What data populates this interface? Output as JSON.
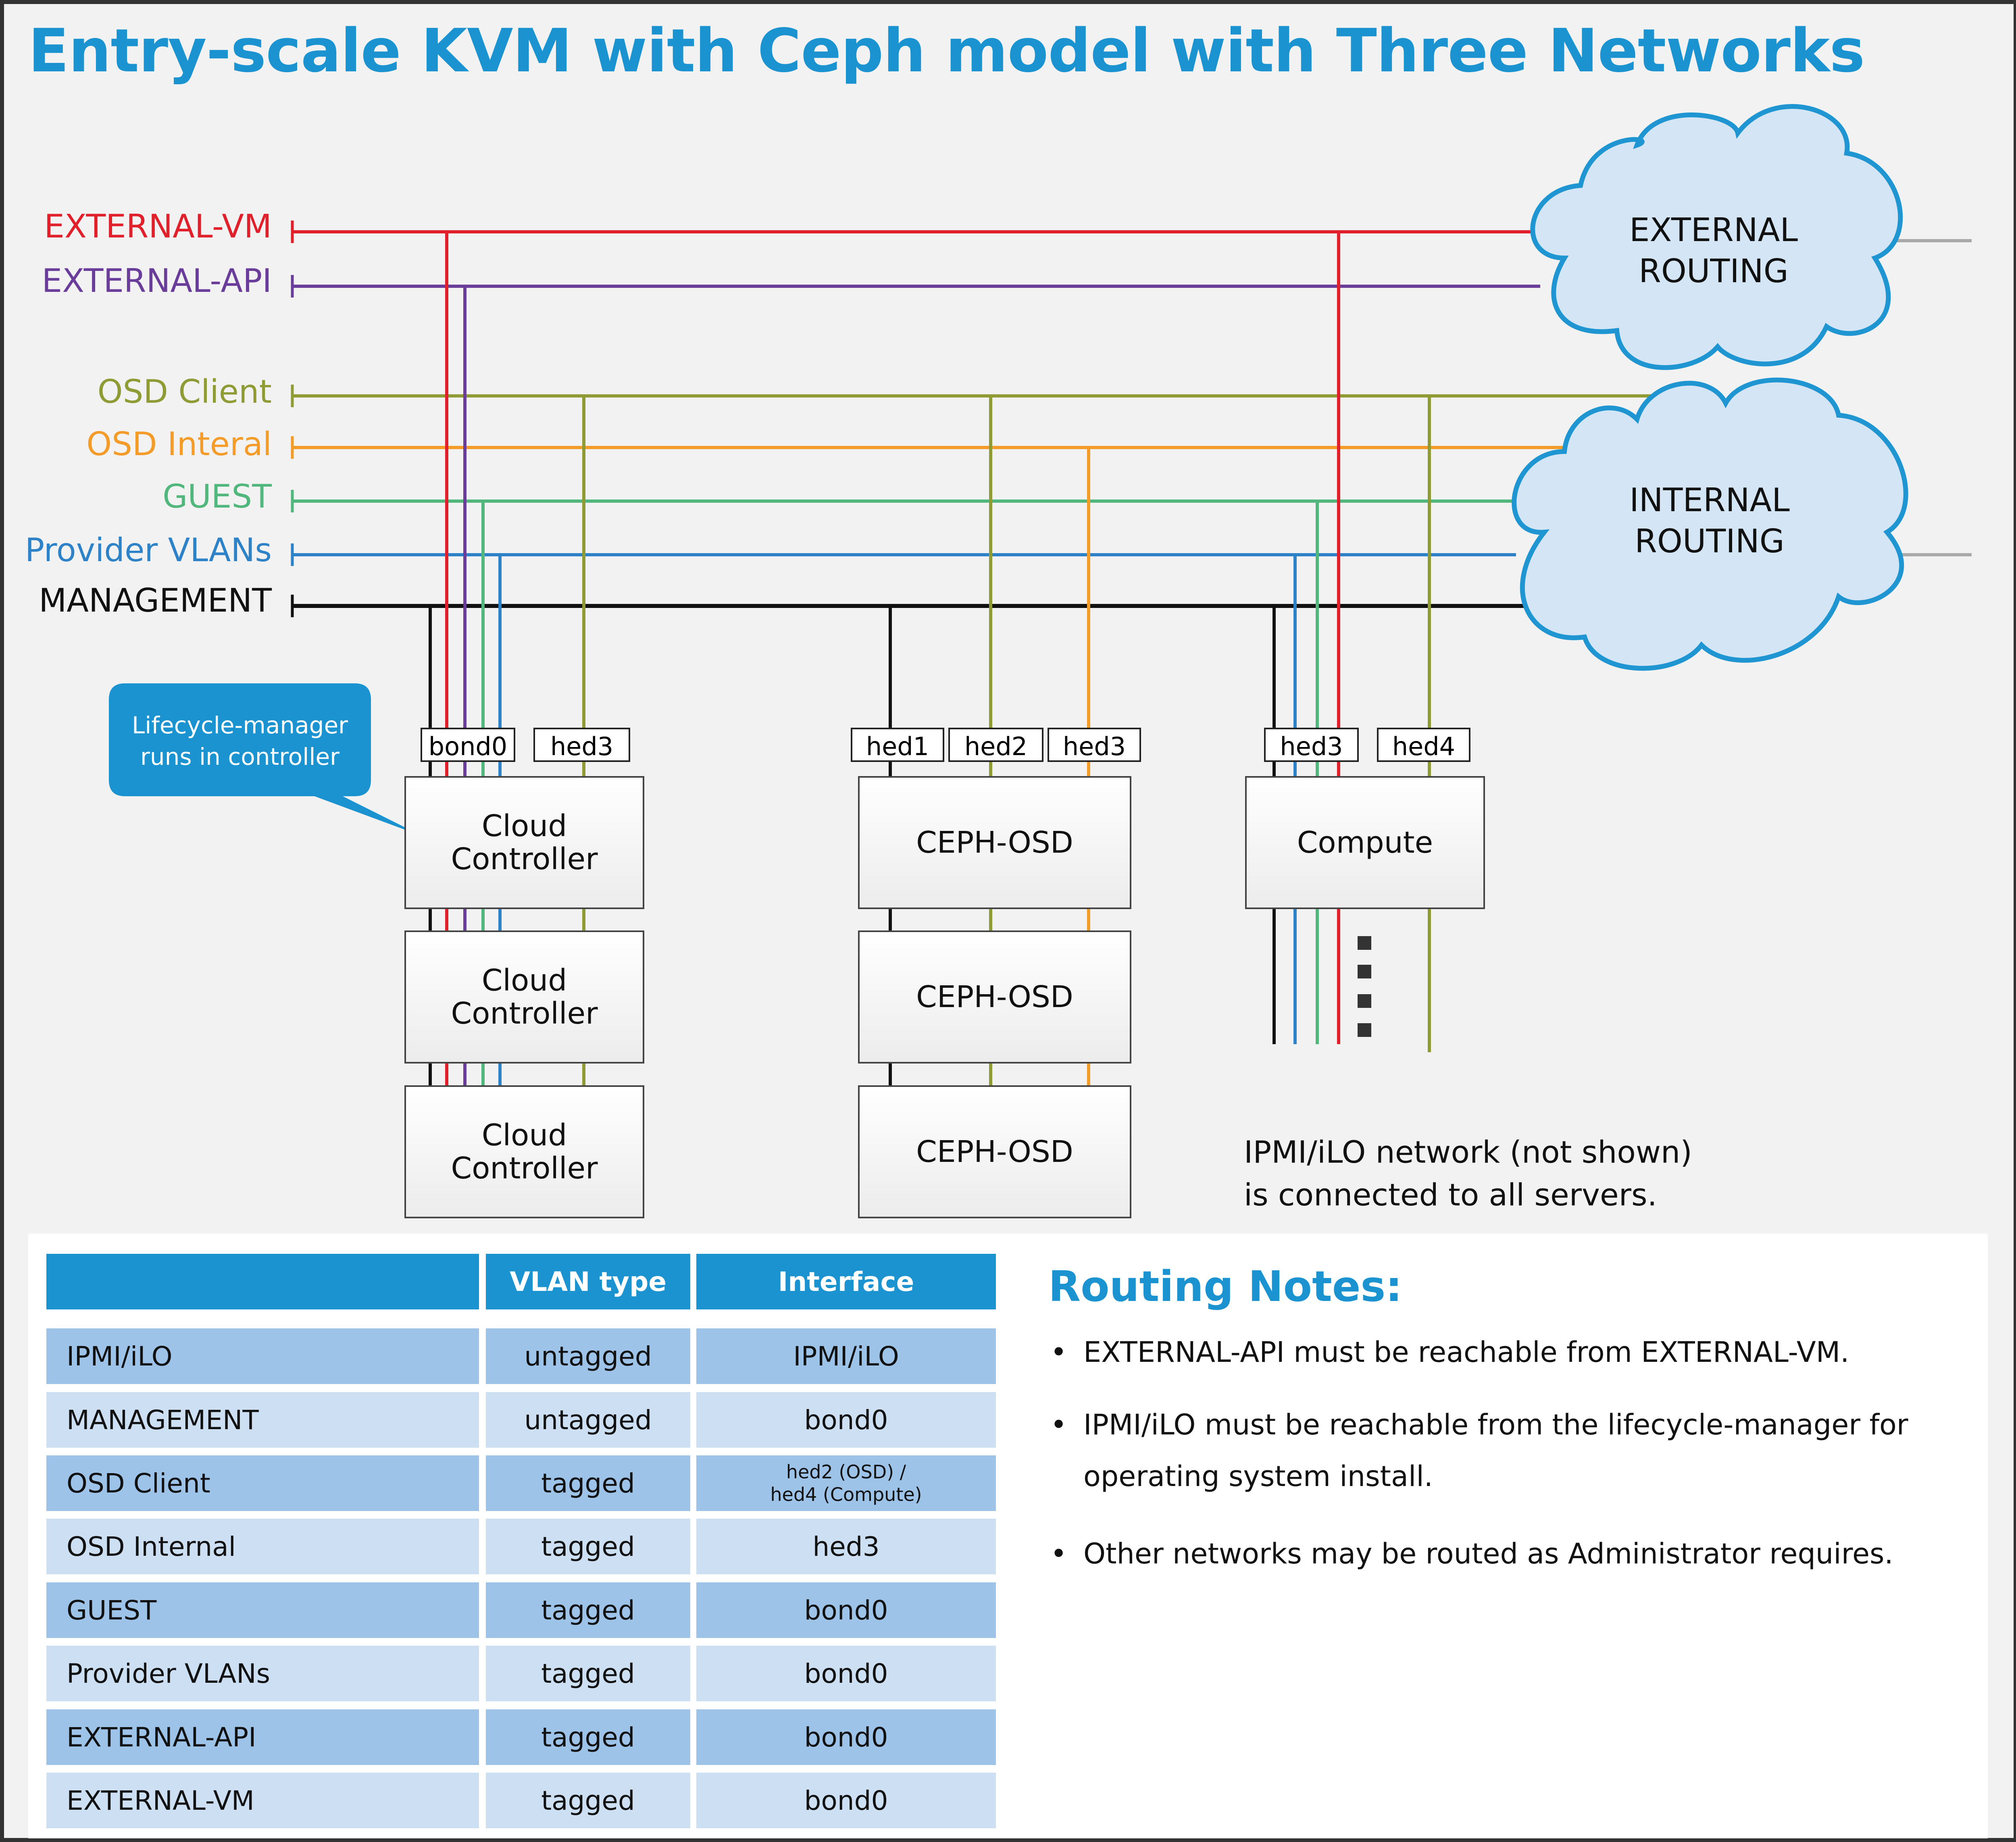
{
  "title": "Entry-scale KVM with Ceph model with Three Networks",
  "colors": {
    "external_vm": "#e0202a",
    "external_api": "#6a3d9a",
    "osd_client": "#8f9b35",
    "osd_internal": "#f39c2a",
    "guest": "#52b77c",
    "provider_vlans": "#2e82c8",
    "management": "#111111",
    "accent": "#1a93d0"
  },
  "networks": [
    {
      "key": "external_vm",
      "label": "EXTERNAL-VM"
    },
    {
      "key": "external_api",
      "label": "EXTERNAL-API"
    },
    {
      "key": "osd_client",
      "label": "OSD Client"
    },
    {
      "key": "osd_internal",
      "label": "OSD Interal"
    },
    {
      "key": "guest",
      "label": "GUEST"
    },
    {
      "key": "provider_vlans",
      "label": "Provider VLANs"
    },
    {
      "key": "management",
      "label": "MANAGEMENT"
    }
  ],
  "clouds": {
    "external": [
      "EXTERNAL",
      "ROUTING"
    ],
    "internal": [
      "INTERNAL",
      "ROUTING"
    ]
  },
  "interfaces": {
    "controller": [
      "bond0",
      "hed3"
    ],
    "ceph": [
      "hed1",
      "hed2",
      "hed3"
    ],
    "compute": [
      "hed3",
      "hed4"
    ]
  },
  "servers": {
    "controller": [
      "Cloud",
      "Controller"
    ],
    "ceph": "CEPH-OSD",
    "compute": "Compute"
  },
  "callout": [
    "Lifecycle-manager",
    "runs in controller"
  ],
  "ipmi_note": [
    "IPMI/iLO network (not shown)",
    "is connected to all servers."
  ],
  "table": {
    "headers": [
      "",
      "VLAN type",
      "Interface"
    ],
    "rows": [
      [
        "IPMI/iLO",
        "untagged",
        "IPMI/iLO"
      ],
      [
        "MANAGEMENT",
        "untagged",
        "bond0"
      ],
      [
        "OSD Client",
        "tagged",
        "hed2 (OSD) /",
        "hed4 (Compute)"
      ],
      [
        "OSD Internal",
        "tagged",
        "hed3"
      ],
      [
        "GUEST",
        "tagged",
        "bond0"
      ],
      [
        "Provider VLANs",
        "tagged",
        "bond0"
      ],
      [
        "EXTERNAL-API",
        "tagged",
        "bond0"
      ],
      [
        "EXTERNAL-VM",
        "tagged",
        "bond0"
      ]
    ]
  },
  "routing_notes": {
    "title": "Routing Notes:",
    "bullet": "•",
    "items": [
      [
        "EXTERNAL-API must be reachable from EXTERNAL-VM."
      ],
      [
        "IPMI/iLO must be reachable from the lifecycle-manager for",
        "operating system install."
      ],
      [
        "Other networks may be routed as Administrator requires."
      ]
    ]
  }
}
